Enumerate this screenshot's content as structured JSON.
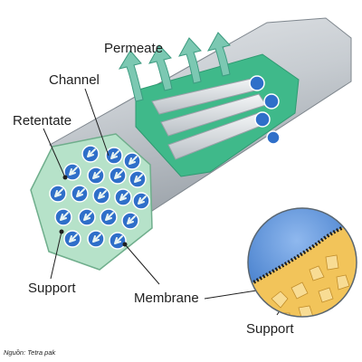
{
  "labels": {
    "permeate": "Permeate",
    "channel": "Channel",
    "retentate": "Retentate",
    "support_left": "Support",
    "membrane": "Membrane",
    "support_detail": "Support"
  },
  "source": "Nguồn: Tetra pak",
  "colors": {
    "tube_gray": "#c9ced3",
    "face_green": "#b6e2c9",
    "inner_green": "#3fb98a",
    "channel_blue": "#2f6fc9",
    "arrow_light": "#e9f4f2",
    "permeate_arrow": "#7cc8b2",
    "detail_blue": "#5b8fd6",
    "detail_orange": "#f2c45a"
  }
}
